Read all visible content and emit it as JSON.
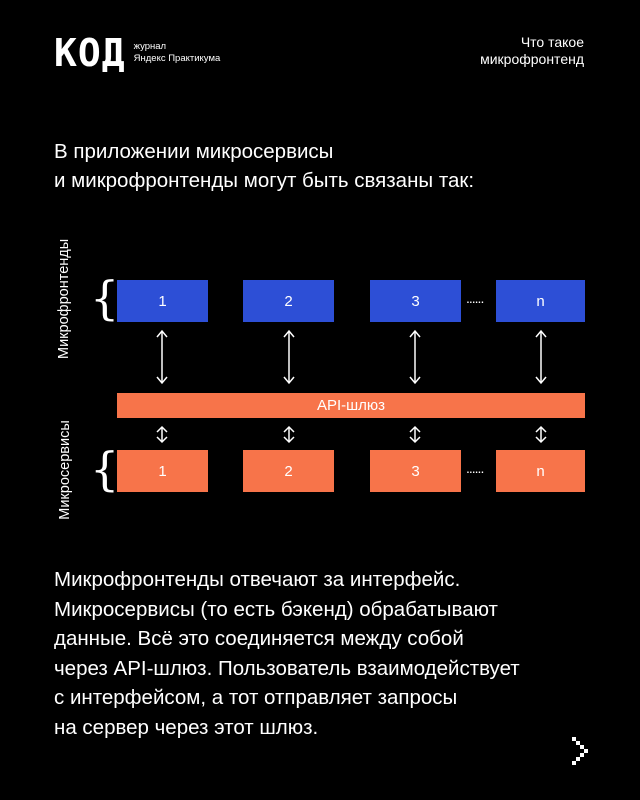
{
  "header": {
    "logo_word": "КОД",
    "logo_sub_1": "журнал",
    "logo_sub_2": "Яндекс Практикума",
    "topic_1": "Что такое",
    "topic_2": "микрофронтенд"
  },
  "headline": {
    "line1": "В приложении микросервисы",
    "line2": "и микрофронтенды могут быть связаны так:"
  },
  "diagram": {
    "label_frontends": "Микрофронтенды",
    "label_services": "Микросервисы",
    "brace": "{",
    "frontends": [
      "1",
      "2",
      "3",
      "n"
    ],
    "services": [
      "1",
      "2",
      "3",
      "n"
    ],
    "dots": "......",
    "gateway": "API-шлюз",
    "colors": {
      "frontend": "#2d4fd6",
      "service": "#f7744a",
      "gateway": "#f7744a"
    }
  },
  "body": {
    "lines": [
      "Микрофронтенды отвечают за интерфейс.",
      "Микросервисы (то есть бэкенд) обрабатывают",
      "данные. Всё это соединяется между собой",
      "через API-шлюз. Пользователь взаимодействует",
      "с интерфейсом, а тот отправляет запросы",
      "на сервер через этот шлюз."
    ]
  },
  "nav": {
    "next_icon": "chevron-right-icon"
  }
}
